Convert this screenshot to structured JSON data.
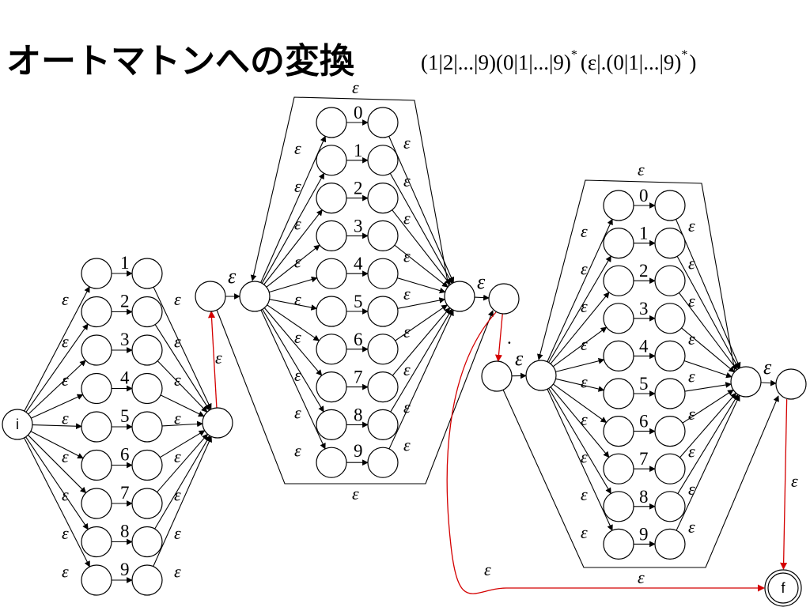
{
  "slide": {
    "title": "オートマトンへの変換",
    "regex": {
      "part1": "(1|2|...|9)(0|1|...|9)",
      "sup1": "*",
      "part2": "(ε|.(0|1|...|9)",
      "sup2": "*",
      "part3": ")"
    }
  },
  "diagram": {
    "epsilon": "ε",
    "dot_label": ".",
    "start_label": "i",
    "final_label": "f",
    "block1_digits": [
      "1",
      "2",
      "3",
      "4",
      "5",
      "6",
      "7",
      "8",
      "9"
    ],
    "block2_digits": [
      "0",
      "1",
      "2",
      "3",
      "4",
      "5",
      "6",
      "7",
      "8",
      "9"
    ],
    "block3_digits": [
      "0",
      "1",
      "2",
      "3",
      "4",
      "5",
      "6",
      "7",
      "8",
      "9"
    ],
    "colors": {
      "normal": "#000000",
      "highlight": "#d40000"
    }
  }
}
